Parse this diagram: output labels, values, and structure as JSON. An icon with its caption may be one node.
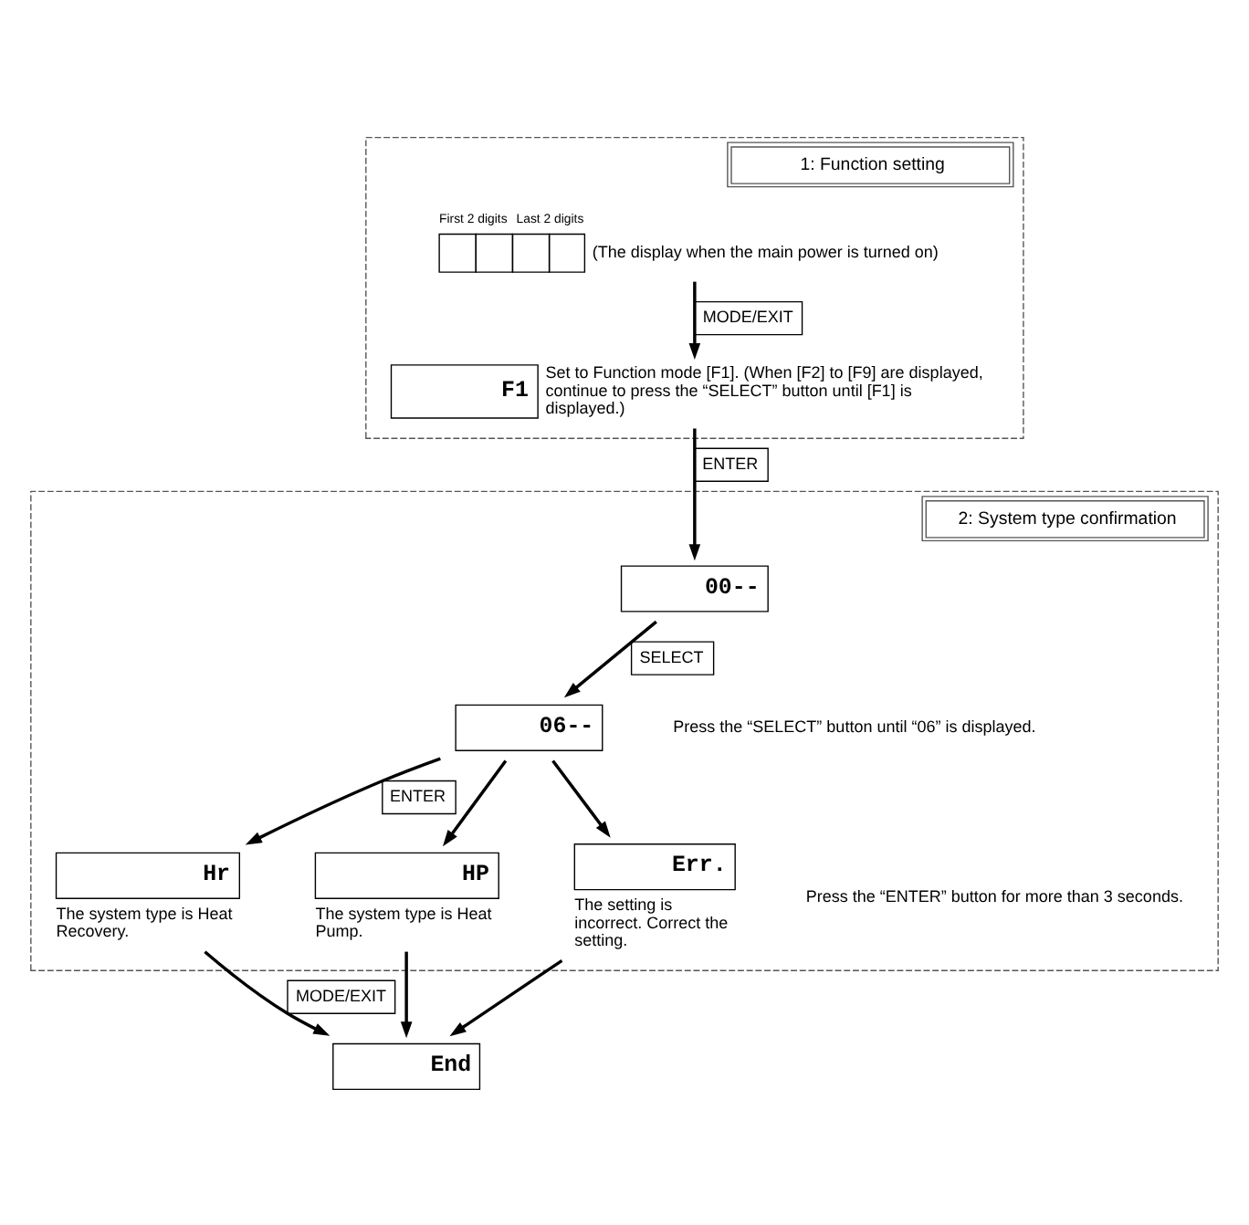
{
  "diagram": {
    "nodes": [
      {
        "text": [
          "1: Function setting"
        ]
      },
      {
        "text": [],
        "shape": "box",
        "in": 0,
        "beside": [
          "First 2 digits",
          "Last 2 digits",
          "(The display when the main power is turned on)"
        ]
      },
      {
        "text": [
          "F1"
        ],
        "in": 0,
        "beside": [
          "Set to Function mode [F1]. (When [F2] to [F9] are displayed, continue to press the “SELECT” button until [F1] is displayed.)"
        ]
      },
      {
        "text": [
          "2: System type confirmation"
        ]
      },
      {
        "text": [
          "00--"
        ],
        "in": 3
      },
      {
        "text": [
          "06--"
        ],
        "in": 3
      },
      {
        "text": [
          "Hr"
        ],
        "in": 3,
        "beside": [
          "The system type is Heat Recovery."
        ]
      },
      {
        "text": [
          "HP"
        ],
        "in": 3,
        "beside": [
          "The system type is Heat Pump."
        ]
      },
      {
        "text": [
          "Err."
        ],
        "in": 3,
        "beside": [
          "The setting is incorrect. Correct the setting."
        ]
      },
      {
        "text": [
          "End"
        ]
      }
    ],
    "edges": [
      {
        "from": 1,
        "to": 2,
        "arrow": "to",
        "label": "MODE/EXIT"
      },
      {
        "from": 2,
        "to": 4,
        "arrow": "to",
        "label": "ENTER"
      },
      {
        "from": 4,
        "to": 5,
        "arrow": "to",
        "label": "SELECT"
      },
      {
        "from": 5,
        "to": 6,
        "arrow": "to",
        "label": "ENTER"
      },
      {
        "from": 5,
        "to": 7,
        "arrow": "to"
      },
      {
        "from": 5,
        "to": 8,
        "arrow": "to"
      },
      {
        "from": 6,
        "to": 9,
        "arrow": "to",
        "label": "MODE/EXIT"
      },
      {
        "from": 7,
        "to": 9,
        "arrow": "to"
      },
      {
        "from": 8,
        "to": 9,
        "arrow": "to"
      }
    ],
    "labels": [
      "Press the “SELECT” button until “06” is displayed.",
      "Press the “ENTER” button for more than 3 seconds."
    ]
  }
}
